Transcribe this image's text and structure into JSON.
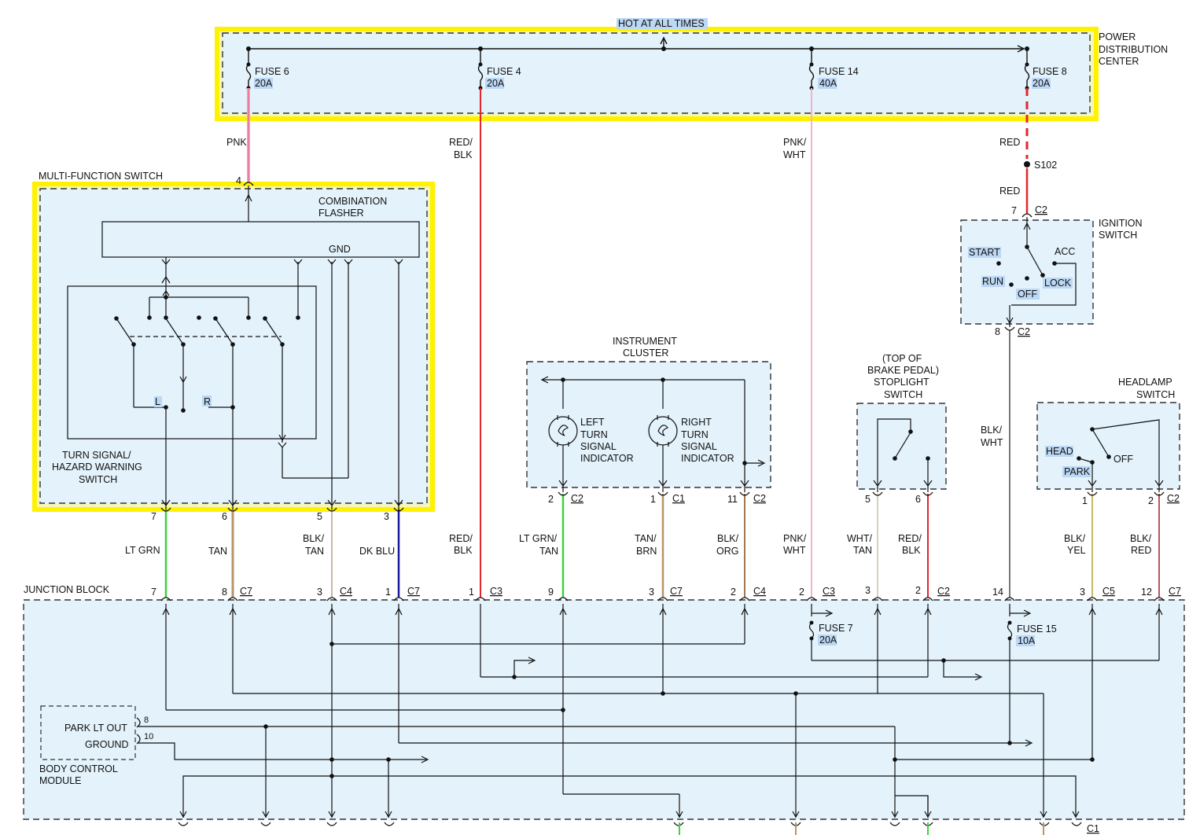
{
  "title": "HOT AT ALL TIMES",
  "components": {
    "pdc": [
      "POWER",
      "DISTRIBUTION",
      "CENTER"
    ],
    "mfs": "MULTI-FUNCTION SWITCH",
    "flasher": [
      "COMBINATION",
      "FLASHER"
    ],
    "gnd": "GND",
    "turn_switch": [
      "TURN SIGNAL/",
      "HAZARD WARNING",
      "SWITCH"
    ],
    "turn_l": "L",
    "turn_r": "R",
    "cluster": [
      "INSTRUMENT",
      "CLUSTER"
    ],
    "left_ind": [
      "LEFT",
      "TURN",
      "SIGNAL",
      "INDICATOR"
    ],
    "right_ind": [
      "RIGHT",
      "TURN",
      "SIGNAL",
      "INDICATOR"
    ],
    "stoplight": [
      "(TOP OF",
      "BRAKE PEDAL)",
      "STOPLIGHT",
      "SWITCH"
    ],
    "ignition": [
      "IGNITION",
      "SWITCH"
    ],
    "ign_positions": {
      "start": "START",
      "run": "RUN",
      "off": "OFF",
      "lock": "LOCK",
      "acc": "ACC"
    },
    "headlamp": [
      "HEADLAMP",
      "SWITCH"
    ],
    "hl_positions": {
      "head": "HEAD",
      "park": "PARK",
      "off": "OFF"
    },
    "junction": "JUNCTION BLOCK",
    "bcm": [
      "BODY CONTROL",
      "MODULE"
    ],
    "bcm_pins": {
      "park": "PARK LT OUT",
      "ground": "GROUND",
      "park_num": "8",
      "ground_num": "10"
    }
  },
  "fuses": [
    {
      "name": "FUSE 6",
      "rating": "20A"
    },
    {
      "name": "FUSE 4",
      "rating": "20A"
    },
    {
      "name": "FUSE 14",
      "rating": "40A"
    },
    {
      "name": "FUSE 8",
      "rating": "20A"
    },
    {
      "name": "FUSE 7",
      "rating": "20A"
    },
    {
      "name": "FUSE 15",
      "rating": "10A"
    }
  ],
  "splice": "S102",
  "wire_colors_upper": {
    "pnk": "PNK",
    "red_blk": [
      "RED/",
      "BLK"
    ],
    "pnk_wht": [
      "PNK/",
      "WHT"
    ],
    "red": "RED",
    "red2": "RED",
    "blk_wht": [
      "BLK/",
      "WHT"
    ]
  },
  "wire_colors_lower": [
    [
      "LT GRN"
    ],
    [
      "TAN"
    ],
    [
      "BLK/",
      "TAN"
    ],
    [
      "DK BLU"
    ],
    [
      "RED/",
      "BLK"
    ],
    [
      "LT GRN/",
      "TAN"
    ],
    [
      "TAN/",
      "BRN"
    ],
    [
      "BLK/",
      "ORG"
    ],
    [
      "PNK/",
      "WHT"
    ],
    [
      "WHT/",
      "TAN"
    ],
    [
      "RED/",
      "BLK"
    ],
    [
      "BLK/",
      "YEL"
    ],
    [
      "BLK/",
      "RED"
    ]
  ],
  "mfs_pins": [
    "4",
    "7",
    "6",
    "5",
    "3"
  ],
  "upper_connectors": [
    {
      "pin": "2",
      "conn": "C2"
    },
    {
      "pin": "1",
      "conn": "C1"
    },
    {
      "pin": "11",
      "conn": "C2"
    },
    {
      "pin": "5",
      "conn": ""
    },
    {
      "pin": "6",
      "conn": ""
    },
    {
      "pin": "1",
      "conn": ""
    },
    {
      "pin": "2",
      "conn": "C2"
    },
    {
      "pin": "7",
      "conn": "C2"
    },
    {
      "pin": "8",
      "conn": "C2"
    }
  ],
  "jb_connectors": [
    {
      "pin": "7",
      "conn": ""
    },
    {
      "pin": "8",
      "conn": "C7"
    },
    {
      "pin": "3",
      "conn": "C4"
    },
    {
      "pin": "1",
      "conn": "C7"
    },
    {
      "pin": "1",
      "conn": "C3"
    },
    {
      "pin": "9",
      "conn": ""
    },
    {
      "pin": "3",
      "conn": "C7"
    },
    {
      "pin": "2",
      "conn": "C4"
    },
    {
      "pin": "2",
      "conn": "C3"
    },
    {
      "pin": "3",
      "conn": ""
    },
    {
      "pin": "2",
      "conn": "C2"
    },
    {
      "pin": "14",
      "conn": ""
    },
    {
      "pin": "3",
      "conn": "C5"
    },
    {
      "pin": "12",
      "conn": "C7"
    }
  ],
  "bottom_connector": "C1",
  "colors": {
    "highlight": "#fff200",
    "panel_fill": "#e3f2fb",
    "pnk": "#f6a5c8",
    "red": "#e3262b",
    "lt_grn": "#3fd33f",
    "tan": "#b89468",
    "dk_blu": "#1a1a9e",
    "pnk_wht": "#f3b3cc",
    "blk_wht": "#777777",
    "blk_yel": "#c9b66a",
    "blk_red": "#c05060",
    "blk_org": "#a07850"
  }
}
